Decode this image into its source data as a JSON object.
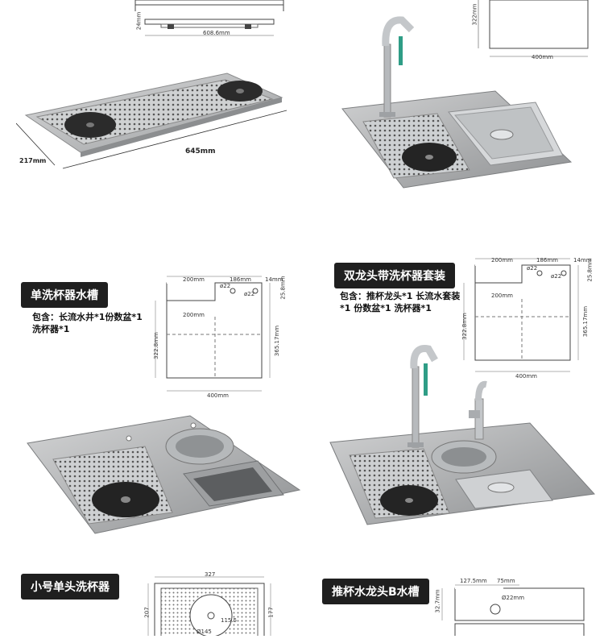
{
  "top_left_drawing": {
    "dim_height": "24mm",
    "dim_width": "608.6mm"
  },
  "top_left_photo": {
    "dim_depth": "217mm",
    "dim_length": "645mm"
  },
  "top_right_drawing": {
    "dim_height": "322mm",
    "dim_width": "400mm"
  },
  "section_single": {
    "title": "单洗杯器水槽",
    "contents": "包含：长流水井*1份数盆*1 洗杯器*1",
    "drawing": {
      "d200a": "200mm",
      "d186": "186mm",
      "d14": "14mm",
      "d258": "25.8mm",
      "d200b": "200mm",
      "d3228": "322.8mm",
      "d36517": "365.17mm",
      "d400": "400mm",
      "phi_a": "ø22",
      "phi_b": "ø22"
    }
  },
  "section_double": {
    "title": "双龙头带洗杯器套装",
    "contents": "包含：推杯龙头*1 长流水套装*1 份数盆*1 洗杯器*1",
    "drawing": {
      "d200a": "200mm",
      "d186": "186mm",
      "d14": "14mm",
      "d258": "25.8mm",
      "d200b": "200mm",
      "d3228": "322.8mm",
      "d36517": "365.17mm",
      "d400": "400mm",
      "phi_a": "ø22",
      "phi_b": "ø22"
    }
  },
  "section_small": {
    "title": "小号单头洗杯器",
    "drawing": {
      "d327": "327",
      "d207": "207",
      "d177": "177",
      "d1155": "115.5",
      "d145": "Ø145"
    }
  },
  "section_faucet_b": {
    "title": "推杯水龙头B水槽",
    "drawing": {
      "d1275": "127.5mm",
      "d75": "75mm",
      "d327": "32.7mm",
      "d22": "Ø22mm"
    }
  }
}
